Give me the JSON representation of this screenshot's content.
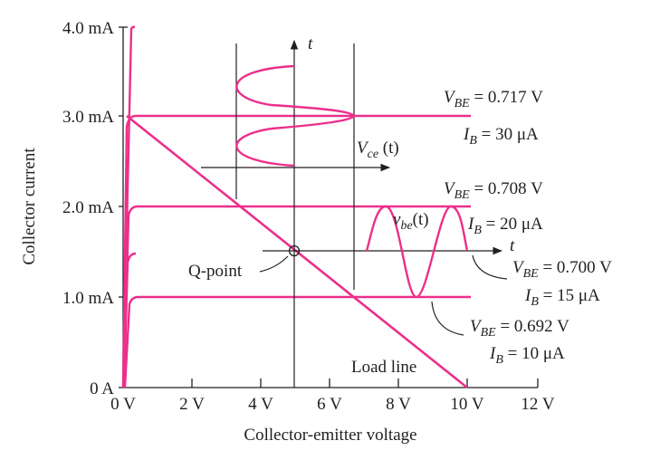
{
  "axes": {
    "y_label": "Collector current",
    "x_label": "Collector-emitter voltage",
    "y_ticks": [
      "0 A",
      "1.0 mA",
      "2.0 mA",
      "3.0 mA",
      "4.0 mA"
    ],
    "x_ticks": [
      "0 V",
      "2 V",
      "4 V",
      "6 V",
      "8 V",
      "10 V",
      "12 V"
    ]
  },
  "curves": [
    {
      "vbe_sym": "V",
      "vbe_sub": "BE",
      "vbe_val": " = 0.717 V",
      "ib_sym": "I",
      "ib_sub": "B",
      "ib_val": " = 30 μA",
      "ic_mA": 3.0
    },
    {
      "vbe_sym": "V",
      "vbe_sub": "BE",
      "vbe_val": " = 0.708 V",
      "ib_sym": "I",
      "ib_sub": "B",
      "ib_val": " = 20 μA",
      "ic_mA": 2.0
    },
    {
      "vbe_sym": "V",
      "vbe_sub": "BE",
      "vbe_val": " = 0.700 V",
      "ib_sym": "I",
      "ib_sub": "B",
      "ib_val": " = 15 μA",
      "ic_mA": 1.5
    },
    {
      "vbe_sym": "V",
      "vbe_sub": "BE",
      "vbe_val": " = 0.692 V",
      "ib_sym": "I",
      "ib_sub": "B",
      "ib_val": " = 10 μA",
      "ic_mA": 1.0
    }
  ],
  "annotations": {
    "q_point": "Q-point",
    "load_line": "Load line",
    "vce_sym": "V",
    "vce_sub": "ce",
    "vce_arg": " (t)",
    "vbe_sym": "v",
    "vbe_sub": "be",
    "vbe_arg": "(t)",
    "t_axis_1": "t",
    "t_axis_2": "t"
  },
  "colors": {
    "curve": "#ec2f8c",
    "ink": "#231f20"
  }
}
